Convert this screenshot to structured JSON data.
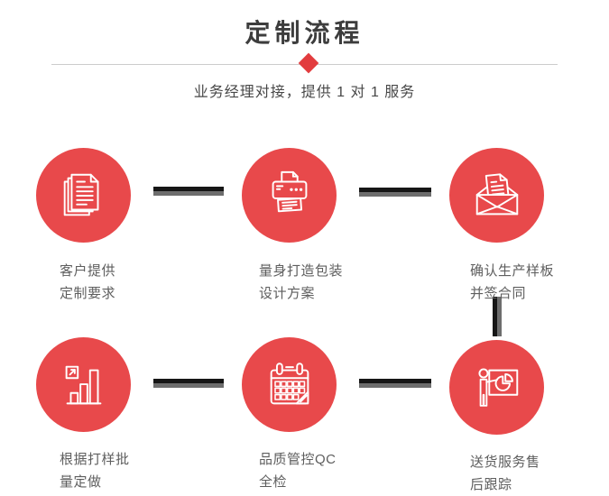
{
  "header": {
    "title": "定制流程",
    "subtitle": "业务经理对接，提供 1 对 1 服务"
  },
  "steps": [
    {
      "icon": "documents-icon",
      "lines": [
        "客户提供",
        "定制要求"
      ]
    },
    {
      "icon": "printer-icon",
      "lines": [
        "量身打造包装",
        "设计方案"
      ]
    },
    {
      "icon": "envelope-icon",
      "lines": [
        "确认生产样板",
        "并签合同"
      ]
    },
    {
      "icon": "bar-chart-icon",
      "lines": [
        "根据打样批",
        "量定做"
      ]
    },
    {
      "icon": "calendar-icon",
      "lines": [
        "品质管控QC",
        "全检"
      ]
    },
    {
      "icon": "presenter-icon",
      "lines": [
        "送货服务售",
        "后跟踪"
      ]
    }
  ],
  "colors": {
    "accent_red": "#e8494b",
    "diamond_red": "#e23c3e",
    "connector_dark": "#161616",
    "connector_gray": "#6d6d6d",
    "title_text": "#3d3d3d",
    "subtitle_text": "#474747",
    "label_text": "#5e5e5e",
    "divider_line": "#cccccc"
  }
}
